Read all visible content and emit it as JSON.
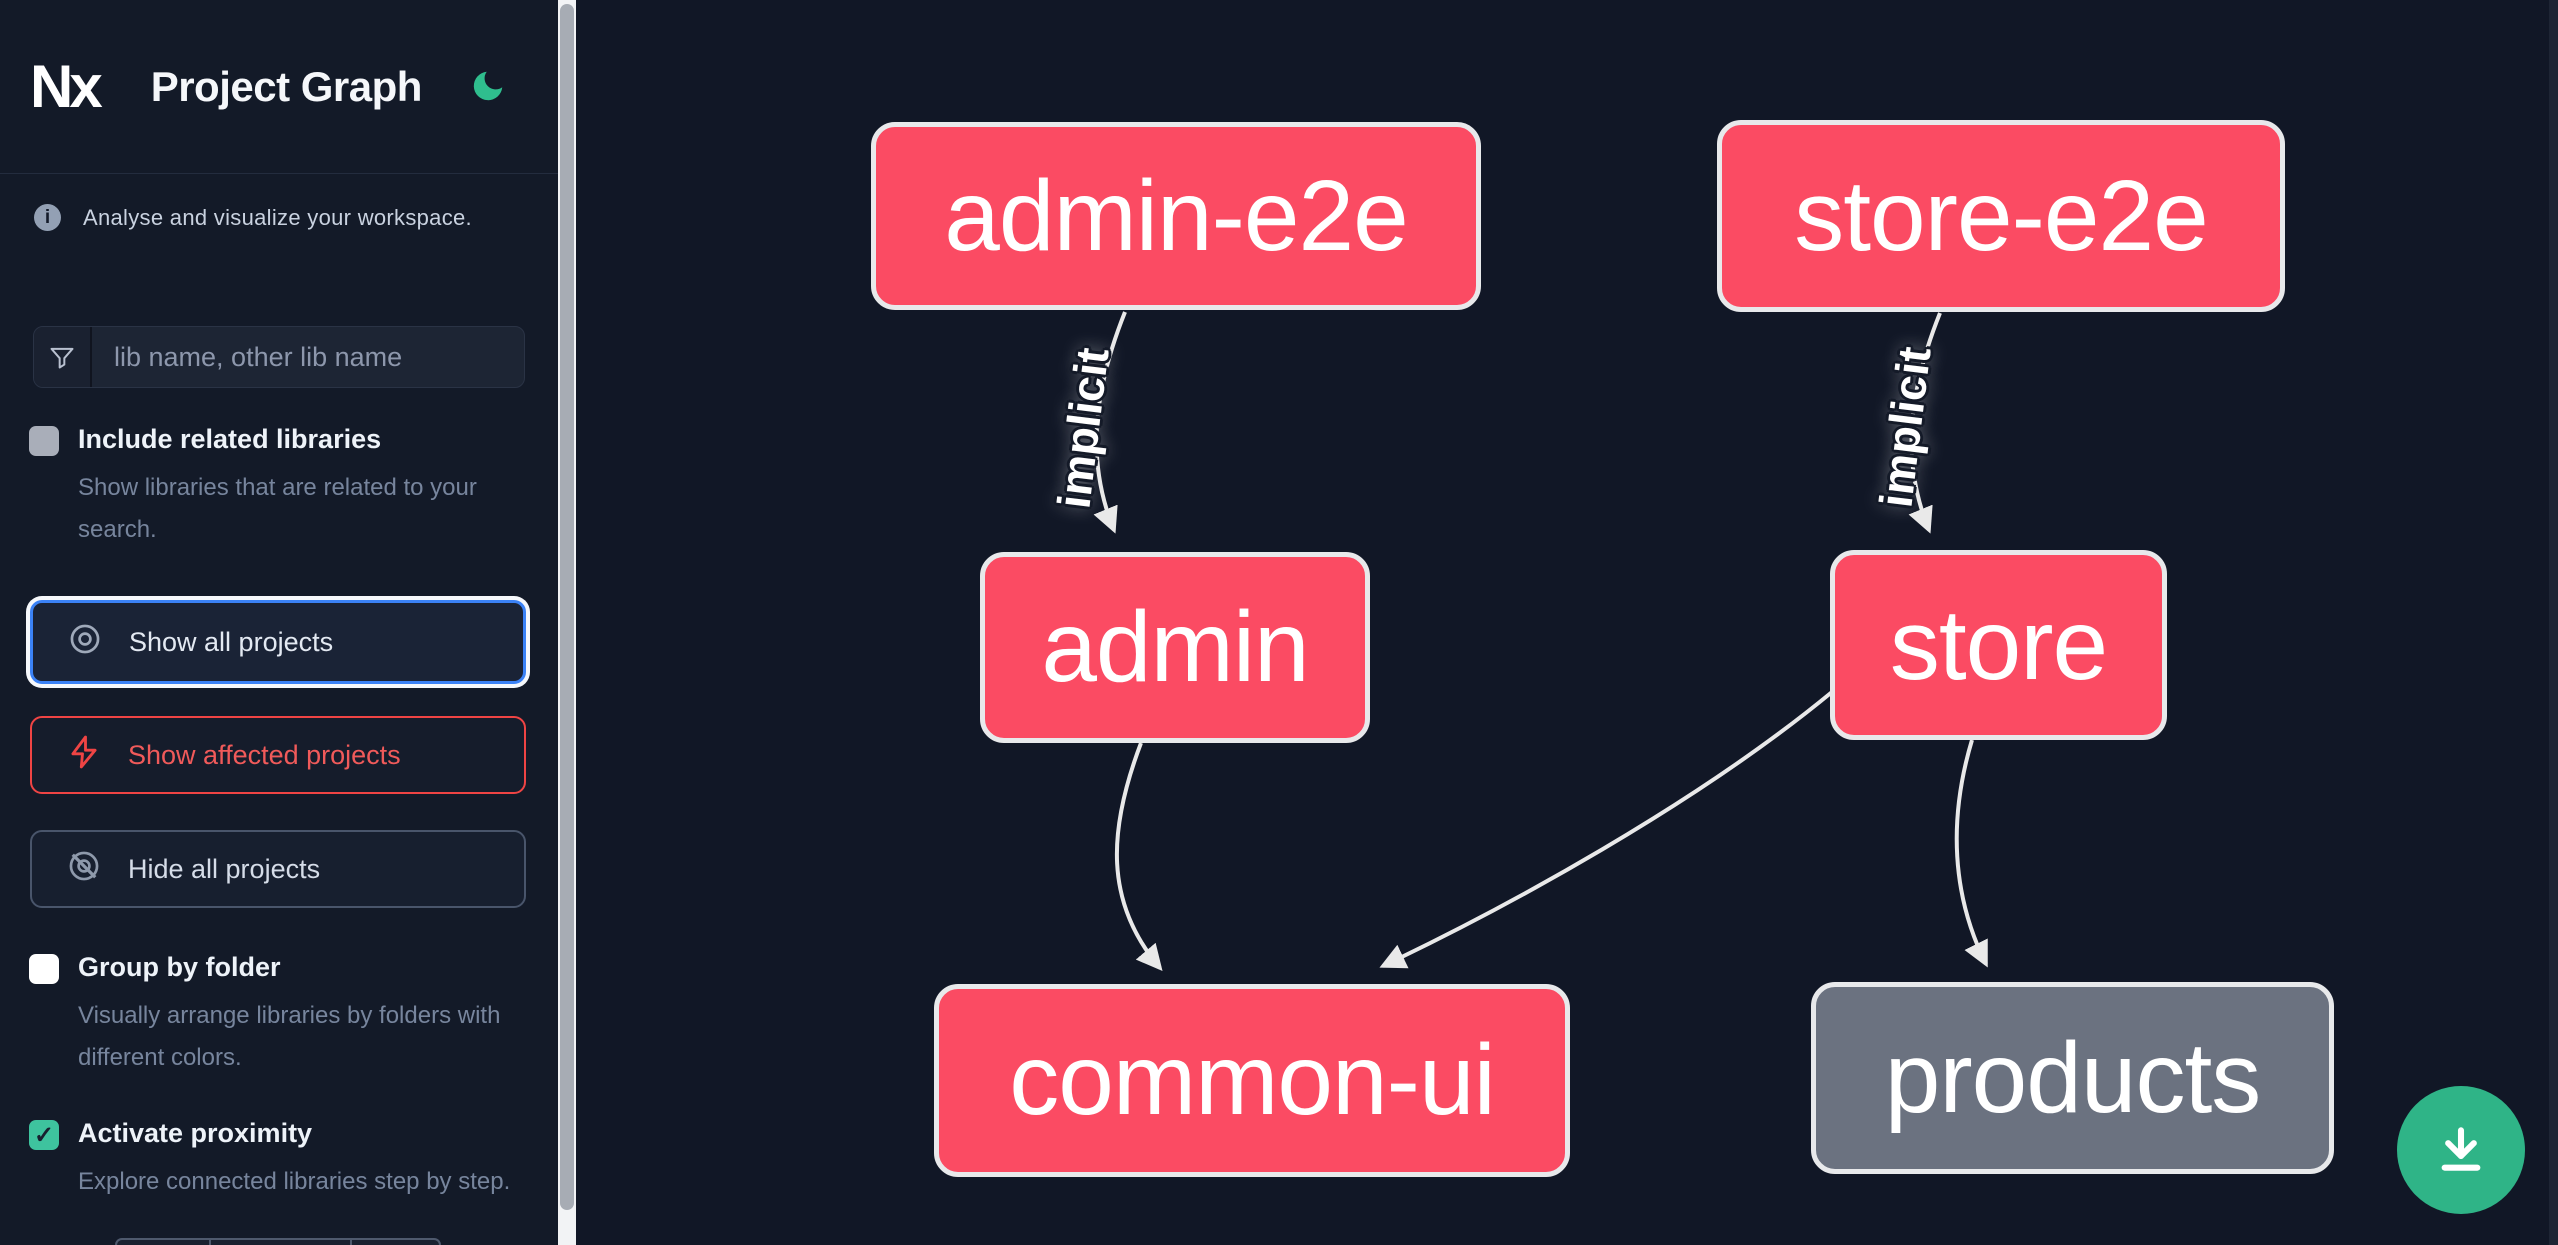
{
  "header": {
    "logo": "Nx",
    "title": "Project Graph",
    "theme_toggle_icon": "moon"
  },
  "sidebar": {
    "tagline": "Analyse and visualize your workspace.",
    "search": {
      "placeholder": "lib name, other lib name",
      "icon": "funnel"
    },
    "include_related": {
      "label": "Include related libraries",
      "description": "Show libraries that are related to your search.",
      "checked": false
    },
    "actions": {
      "show_all": {
        "label": "Show all projects",
        "icon": "eye",
        "focused": true
      },
      "show_affected": {
        "label": "Show affected projects",
        "icon": "lightning-bolt",
        "color": "#ef4444"
      },
      "hide_all": {
        "label": "Hide all projects",
        "icon": "eye-off"
      }
    },
    "group_by_folder": {
      "label": "Group by folder",
      "description": "Visually arrange libraries by folders with different colors.",
      "checked": false
    },
    "activate_proximity": {
      "label": "Activate proximity",
      "description": "Explore connected libraries step by step.",
      "checked": true
    }
  },
  "graph": {
    "nodes": [
      {
        "id": "admin-e2e",
        "label": "admin-e2e",
        "kind": "affected"
      },
      {
        "id": "store-e2e",
        "label": "store-e2e",
        "kind": "affected"
      },
      {
        "id": "admin",
        "label": "admin",
        "kind": "affected"
      },
      {
        "id": "store",
        "label": "store",
        "kind": "affected"
      },
      {
        "id": "common-ui",
        "label": "common-ui",
        "kind": "affected"
      },
      {
        "id": "products",
        "label": "products",
        "kind": "normal"
      }
    ],
    "edges": [
      {
        "from": "admin-e2e",
        "to": "admin",
        "label": "implicit"
      },
      {
        "from": "store-e2e",
        "to": "store",
        "label": "implicit"
      },
      {
        "from": "admin",
        "to": "common-ui",
        "label": ""
      },
      {
        "from": "store",
        "to": "common-ui",
        "label": ""
      },
      {
        "from": "store",
        "to": "products",
        "label": ""
      }
    ]
  },
  "fab": {
    "icon": "download"
  },
  "colors": {
    "background": "#111726",
    "affected_node": "#fb4b63",
    "normal_node": "#6b7280",
    "node_border": "#e8e9eb",
    "edge": "#e9e9e9",
    "accent_green": "#2fb487",
    "focus_blue": "#3b82f6",
    "alert_red": "#ef4444"
  }
}
